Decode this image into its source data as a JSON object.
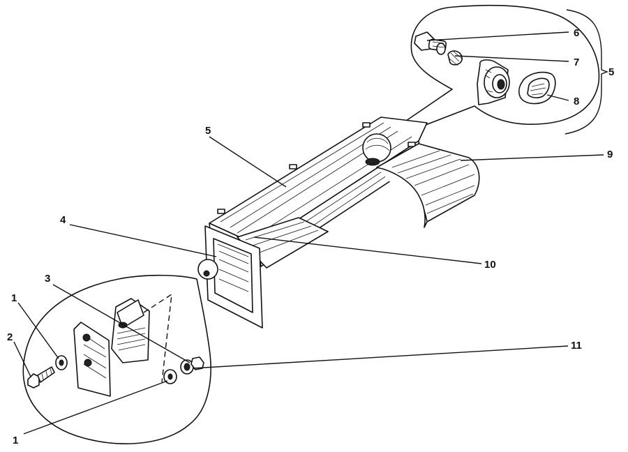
{
  "callouts": {
    "c1_top": "1",
    "c2": "2",
    "c3": "3",
    "c4": "4",
    "c5_main": "5",
    "c5_bracket": "5",
    "c6": "6",
    "c7": "7",
    "c8": "8",
    "c9": "9",
    "c10": "10",
    "c11": "11",
    "c1_bottom": "1"
  }
}
